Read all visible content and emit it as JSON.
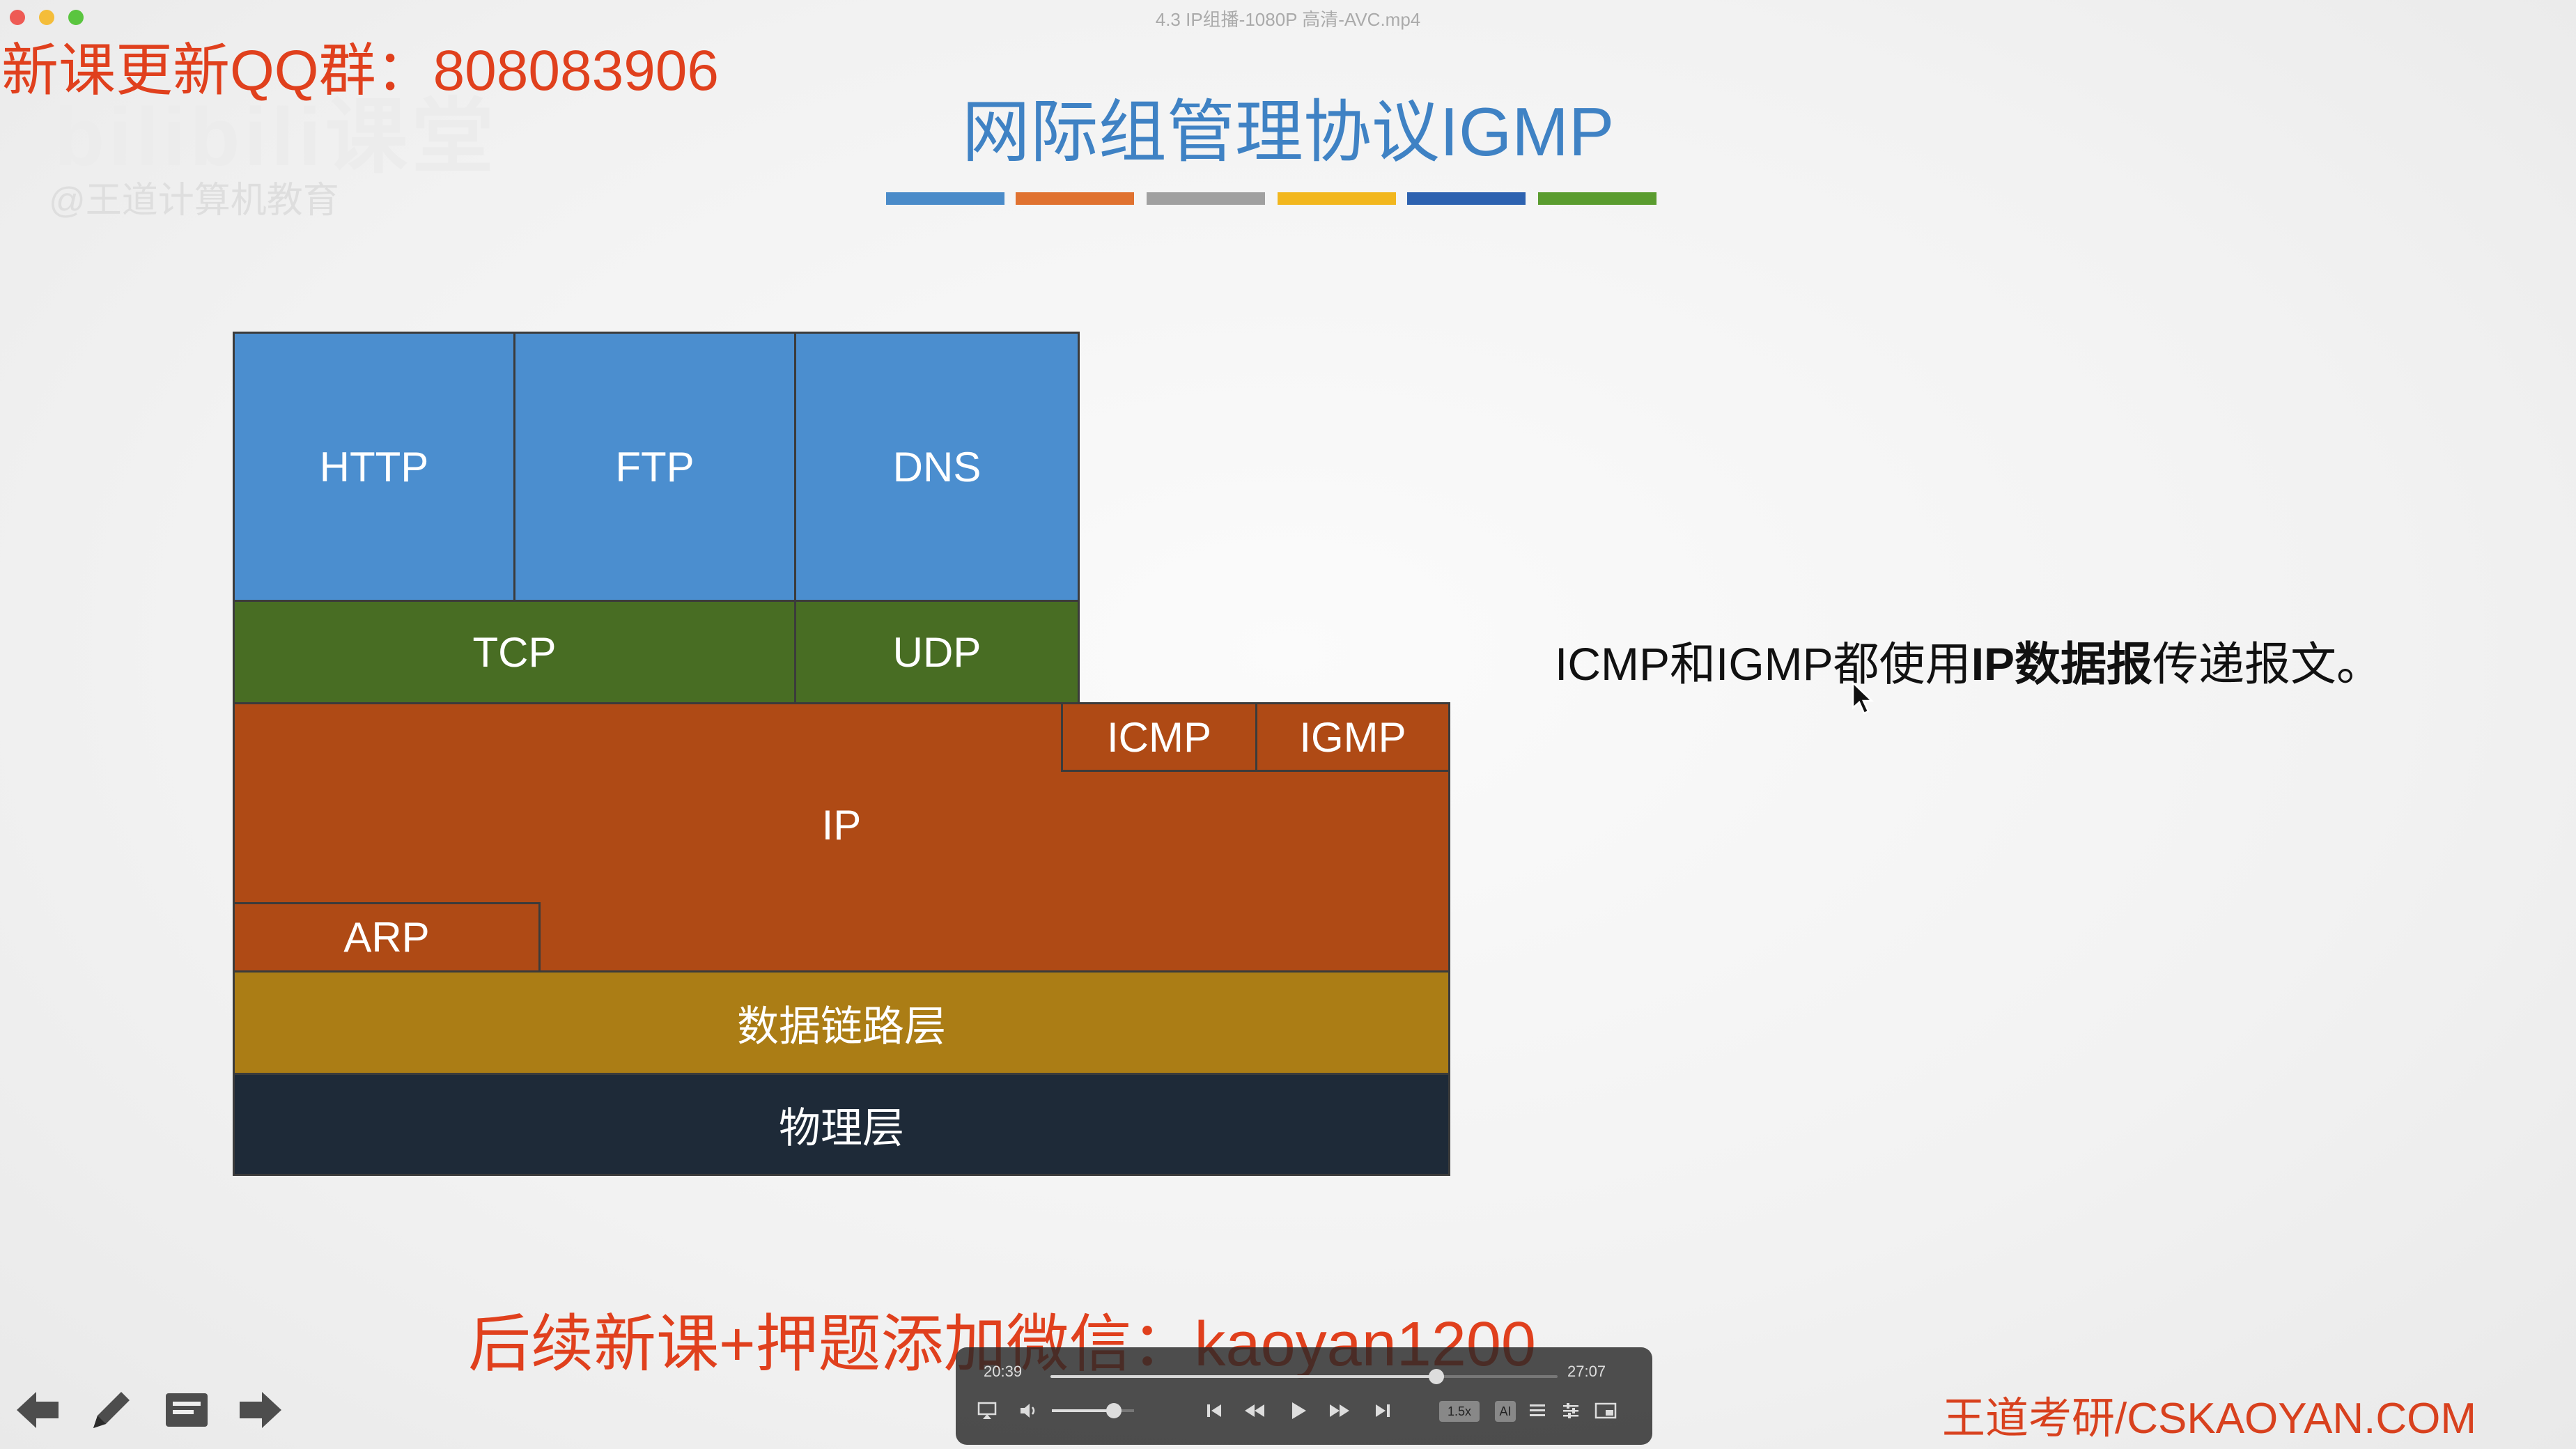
{
  "window": {
    "title": "4.3 IP组播-1080P 高清-AVC.mp4"
  },
  "overlay": {
    "qq_group": "新课更新QQ群：808083906",
    "logo": "bilibili课堂",
    "handle": "@王道计算机教育",
    "wechat": "后续新课+押题添加微信：kaoyan1200",
    "brand": "王道考研/CSKAOYAN.COM"
  },
  "slide": {
    "title": "网际组管理协议IGMP",
    "title_bar_colors": [
      "#4a8bc9",
      "#e07230",
      "#a0a0a0",
      "#f2b71e",
      "#2d62b0",
      "#5a9c2f"
    ],
    "diagram": {
      "http": "HTTP",
      "ftp": "FTP",
      "dns": "DNS",
      "tcp": "TCP",
      "udp": "UDP",
      "icmp": "ICMP",
      "igmp": "IGMP",
      "ip": "IP",
      "arp": "ARP",
      "datalink": "数据链路层",
      "physical": "物理层",
      "colors": {
        "application": "#4b8ecf",
        "transport": "#486d23",
        "network": "#af4a15",
        "datalink": "#ab7d15",
        "physical": "#1e2a38"
      }
    },
    "note": {
      "part1": "ICMP和IGMP都使用",
      "bold": "IP数据报",
      "part2": "传递报文。"
    }
  },
  "player": {
    "elapsed": "20:39",
    "total": "27:07",
    "progress": 0.761,
    "volume": 0.75,
    "speed": "1.5x",
    "ai_label": "AI"
  }
}
